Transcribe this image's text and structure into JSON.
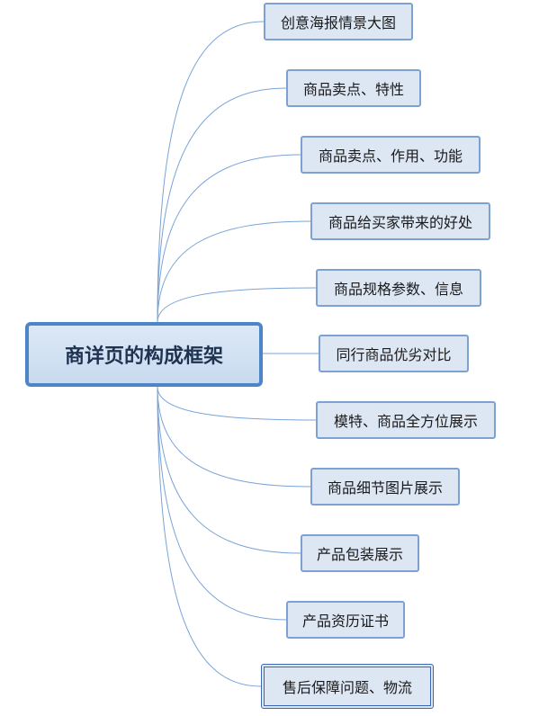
{
  "root": {
    "label": "商详页的构成框架"
  },
  "nodes": [
    {
      "label": "创意海报情景大图"
    },
    {
      "label": "商品卖点、特性"
    },
    {
      "label": "商品卖点、作用、功能"
    },
    {
      "label": "商品给买家带来的好处"
    },
    {
      "label": "商品规格参数、信息"
    },
    {
      "label": "同行商品优劣对比"
    },
    {
      "label": "模特、商品全方位展示"
    },
    {
      "label": "商品细节图片展示"
    },
    {
      "label": "产品包装展示"
    },
    {
      "label": "产品资历证书"
    },
    {
      "label": "售后保障问题、物流",
      "selected": true
    }
  ],
  "colors": {
    "line": "#7aa3d6",
    "node_fill": "#dde7f4",
    "node_border": "#7da2d2",
    "root_border": "#4d86c6"
  }
}
